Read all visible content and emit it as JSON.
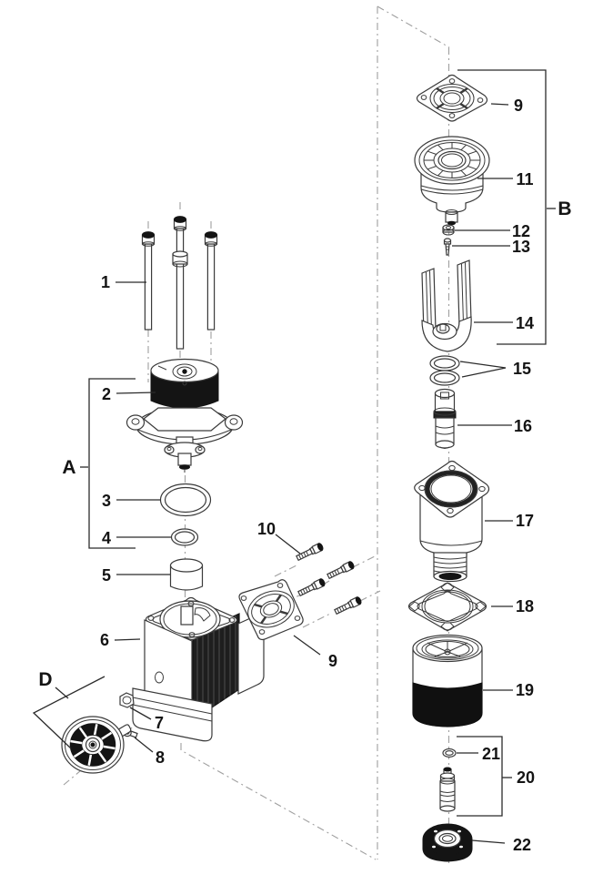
{
  "diagram": {
    "kind": "exploded-parts-diagram",
    "background": "#ffffff",
    "colors": {
      "line": "#3a3a3a",
      "dark_fill": "#141414",
      "guide_line": "#9f9f9f",
      "label": "#141414"
    },
    "callouts": {
      "1": {
        "label": "1",
        "glyph": "stud-bolt-set"
      },
      "2": {
        "label": "2",
        "glyph": "solenoid-motor-head"
      },
      "3": {
        "label": "3",
        "glyph": "large-o-ring"
      },
      "4": {
        "label": "4",
        "glyph": "small-o-ring"
      },
      "5": {
        "label": "5",
        "glyph": "bushing-sleeve"
      },
      "6": {
        "label": "6",
        "glyph": "motor-body"
      },
      "7": {
        "label": "7",
        "glyph": "hex-nut"
      },
      "8": {
        "label": "8",
        "glyph": "small-screw"
      },
      "9a": {
        "label": "9",
        "glyph": "mounting-plate"
      },
      "9b": {
        "label": "9",
        "glyph": "mounting-plate"
      },
      "10": {
        "label": "10",
        "glyph": "cap-screw-set"
      },
      "11": {
        "label": "11",
        "glyph": "bearing-cup"
      },
      "12": {
        "label": "12",
        "glyph": "small-nut"
      },
      "13": {
        "label": "13",
        "glyph": "small-pin-screw"
      },
      "14": {
        "label": "14",
        "glyph": "yoke-fork"
      },
      "15": {
        "label": "15",
        "glyph": "o-ring-pair"
      },
      "16": {
        "label": "16",
        "glyph": "piston-spool"
      },
      "17": {
        "label": "17",
        "glyph": "pump-housing"
      },
      "18": {
        "label": "18",
        "glyph": "square-gasket-frame"
      },
      "19": {
        "label": "19",
        "glyph": "cylinder-cap"
      },
      "20": {
        "label": "20",
        "glyph": "valve-assembly-group"
      },
      "21": {
        "label": "21",
        "glyph": "tiny-o-ring"
      },
      "22": {
        "label": "22",
        "glyph": "ball-bearing"
      }
    },
    "group_labels": {
      "A": {
        "label": "A"
      },
      "B": {
        "label": "B"
      },
      "D": {
        "label": "D"
      }
    }
  }
}
